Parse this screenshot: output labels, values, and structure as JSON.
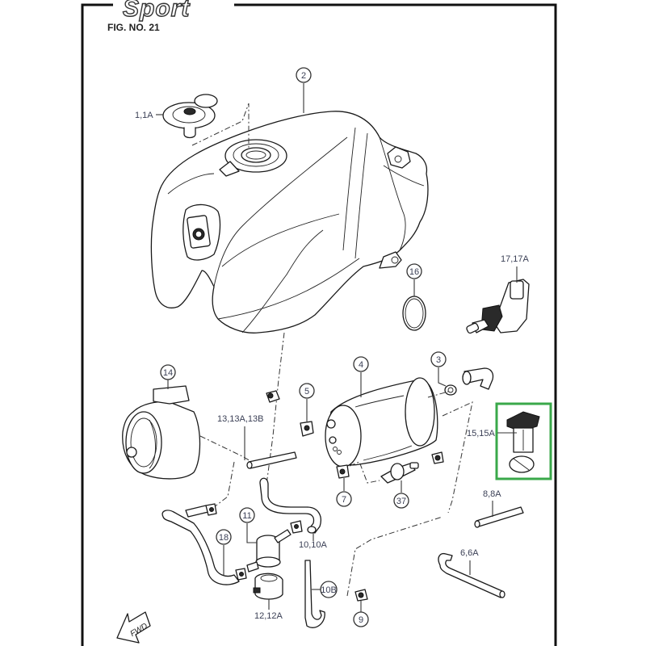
{
  "header": {
    "logo_text": "Sport",
    "figure_title": "FIG. NO. 21"
  },
  "callouts": {
    "c2": "2",
    "c3": "3",
    "c4": "4",
    "c5": "5",
    "c7": "7",
    "c9": "9",
    "c10b": "10B",
    "c11": "11",
    "c14": "14",
    "c16": "16",
    "c18": "18",
    "c37": "37"
  },
  "labels": {
    "l1": "1,1A",
    "l17": "17,17A",
    "l13": "13,13A,13B",
    "l15": "15,15A",
    "l8": "8,8A",
    "l6": "6,6A",
    "l10": "10,10A",
    "l12": "12,12A"
  },
  "direction_indicator": "FWD",
  "highlight": {
    "part": "15,15A",
    "color": "#3aa84a"
  },
  "parts": [
    {
      "ref": "1,1A",
      "name": "fuel cap"
    },
    {
      "ref": "2",
      "name": "fuel tank"
    },
    {
      "ref": "3",
      "name": "clamp and elbow hose"
    },
    {
      "ref": "4",
      "name": "canister"
    },
    {
      "ref": "5",
      "name": "clip"
    },
    {
      "ref": "6,6A",
      "name": "hose"
    },
    {
      "ref": "7",
      "name": "clip"
    },
    {
      "ref": "8,8A",
      "name": "hose"
    },
    {
      "ref": "9",
      "name": "clip"
    },
    {
      "ref": "10,10A",
      "name": "hose"
    },
    {
      "ref": "10B",
      "name": "hose"
    },
    {
      "ref": "11",
      "name": "fuel filter"
    },
    {
      "ref": "12,12A",
      "name": "filter holder"
    },
    {
      "ref": "13,13A,13B",
      "name": "hose"
    },
    {
      "ref": "14",
      "name": "cover"
    },
    {
      "ref": "15,15A",
      "name": "fuel pump"
    },
    {
      "ref": "16",
      "name": "o-ring"
    },
    {
      "ref": "17,17A",
      "name": "sensor"
    },
    {
      "ref": "18",
      "name": "hose"
    },
    {
      "ref": "37",
      "name": "valve"
    }
  ]
}
